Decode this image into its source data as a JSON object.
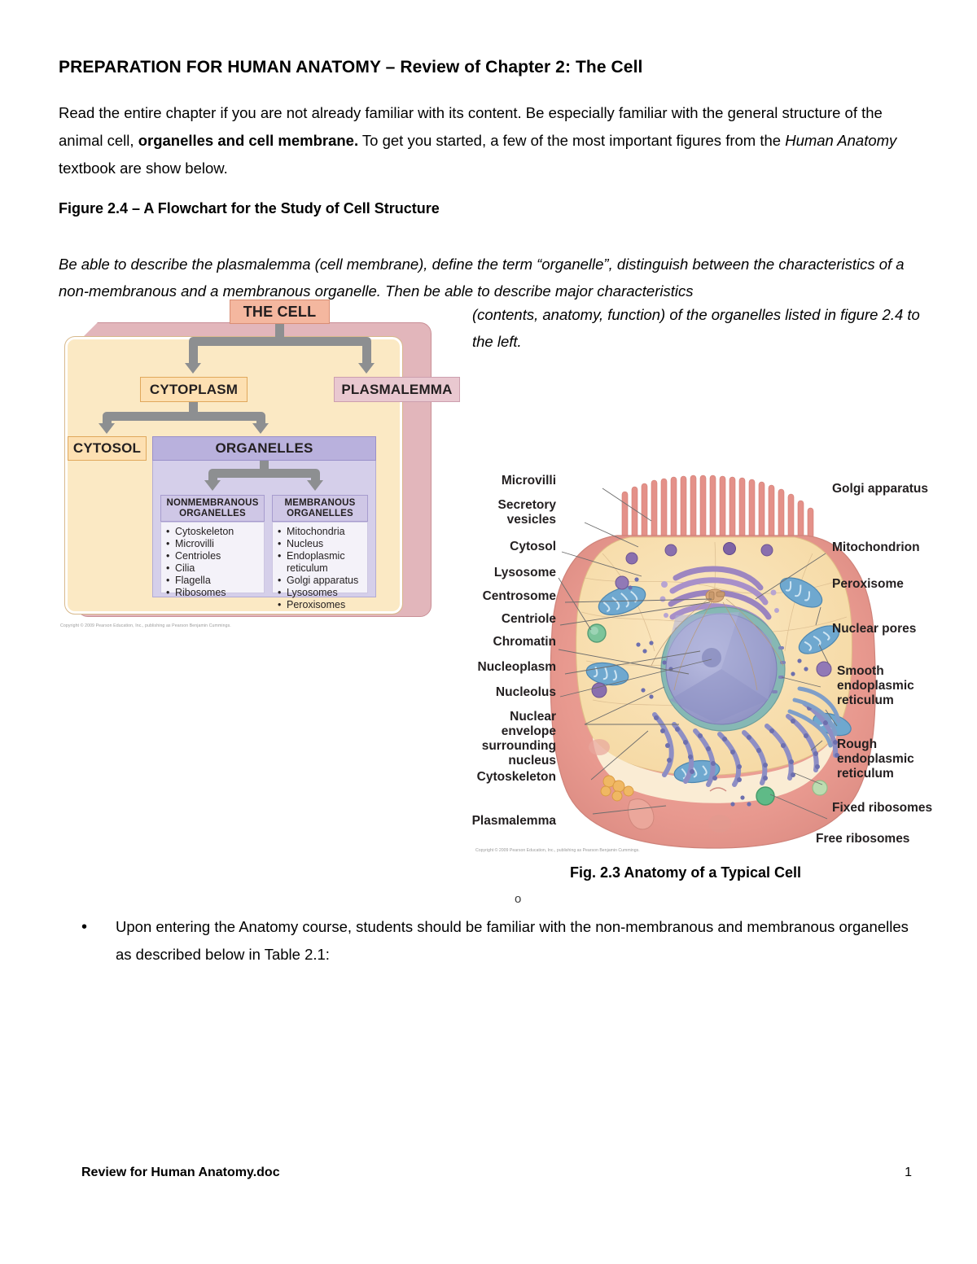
{
  "document": {
    "title": "PREPARATION FOR HUMAN ANATOMY – Review of Chapter 2: The Cell",
    "intro": {
      "part1": "Read the entire chapter if you are not already familiar with its content. Be especially familiar with the general structure of the animal cell, ",
      "bold1": "organelles and cell membrane.",
      "part2": "  To get you started, a few of the most important figures from the ",
      "italic1": "Human Anatomy",
      "part3": " textbook are show below."
    },
    "figure24_heading": "Figure 2.4 – A Flowchart for the Study of Cell Structure",
    "italic_lead": "Be able to describe the plasmalemma (cell membrane), define the term “organelle”, distinguish between the characteristics of a non-membranous and a membranous organelle.  Then be able to describe major characteristics",
    "italic_right": "(contents, anatomy, function) of the organelles listed in figure 2.4 to the left.",
    "figure23_caption": "Fig. 2.3 Anatomy of a Typical Cell",
    "stray_bullet": "o",
    "bullet": {
      "marker": "•",
      "text": "Upon entering the Anatomy course, students should be familiar with the non-membranous and membranous organelles as described below in Table 2.1:"
    },
    "footer": {
      "filename": "Review for Human Anatomy.doc",
      "page_number": "1"
    }
  },
  "figure_2_4": {
    "nodes": {
      "cell": "THE CELL",
      "plasmalemma": "PLASMALEMMA",
      "cytoplasm": "CYTOPLASM",
      "cytosol": "CYTOSOL",
      "organelles": "ORGANELLES",
      "nonmembranous_line1": "NONMEMBRANOUS",
      "nonmembranous_line2": "ORGANELLES",
      "membranous_line1": "MEMBRANOUS",
      "membranous_line2": "ORGANELLES"
    },
    "nonmembranous_list": [
      "Cytoskeleton",
      "Microvilli",
      "Centrioles",
      "Cilia",
      "Flagella",
      "Ribosomes"
    ],
    "membranous_list": [
      "Mitochondria",
      "Nucleus",
      "Endoplasmic reticulum",
      "Golgi apparatus",
      "Lysosomes",
      "Peroxisomes"
    ],
    "copyright": "Copyright © 2009 Pearson Education, Inc., publishing as Pearson Benjamin Cummings.",
    "colors": {
      "cell_box": "#f4b79f",
      "plasmalemma_box": "#e9c8d0",
      "cytoplasm_box": "#fde0b2",
      "organelles_box": "#b9b1dd",
      "membrane_field": "#e2b6bb",
      "cytoplasm_field": "#fbe9c4",
      "organelle_field": "#d5cfea",
      "arrow": "#8d8f91"
    }
  },
  "figure_2_3": {
    "labels_left": [
      "Microvilli",
      "Secretory vesicles",
      "Cytosol",
      "Lysosome",
      "Centrosome",
      "Centriole",
      "Chromatin",
      "Nucleoplasm",
      "Nucleolus",
      "Nuclear envelope surrounding nucleus",
      "Cytoskeleton",
      "Plasmalemma"
    ],
    "labels_right": [
      "Golgi apparatus",
      "Mitochondrion",
      "Peroxisome",
      "Nuclear pores",
      "Smooth endoplasmic reticulum",
      "Rough endoplasmic reticulum",
      "Fixed ribosomes",
      "Free ribosomes"
    ],
    "copyright": "Copyright © 2009 Pearson Education, Inc., publishing as Pearson Benjamin Cummings.",
    "colors": {
      "membrane": "#e8998f",
      "cytoplasm": "#f7dcab",
      "nucleus": "#9fa2cf",
      "nuclear_envelope": "#86b8b4",
      "er": "#8e8ec4",
      "golgi": "#9d86c0",
      "mitochondria": "#6fa8cf",
      "lysosome": "#7cc49a",
      "microvilli": "#e08c84"
    }
  }
}
